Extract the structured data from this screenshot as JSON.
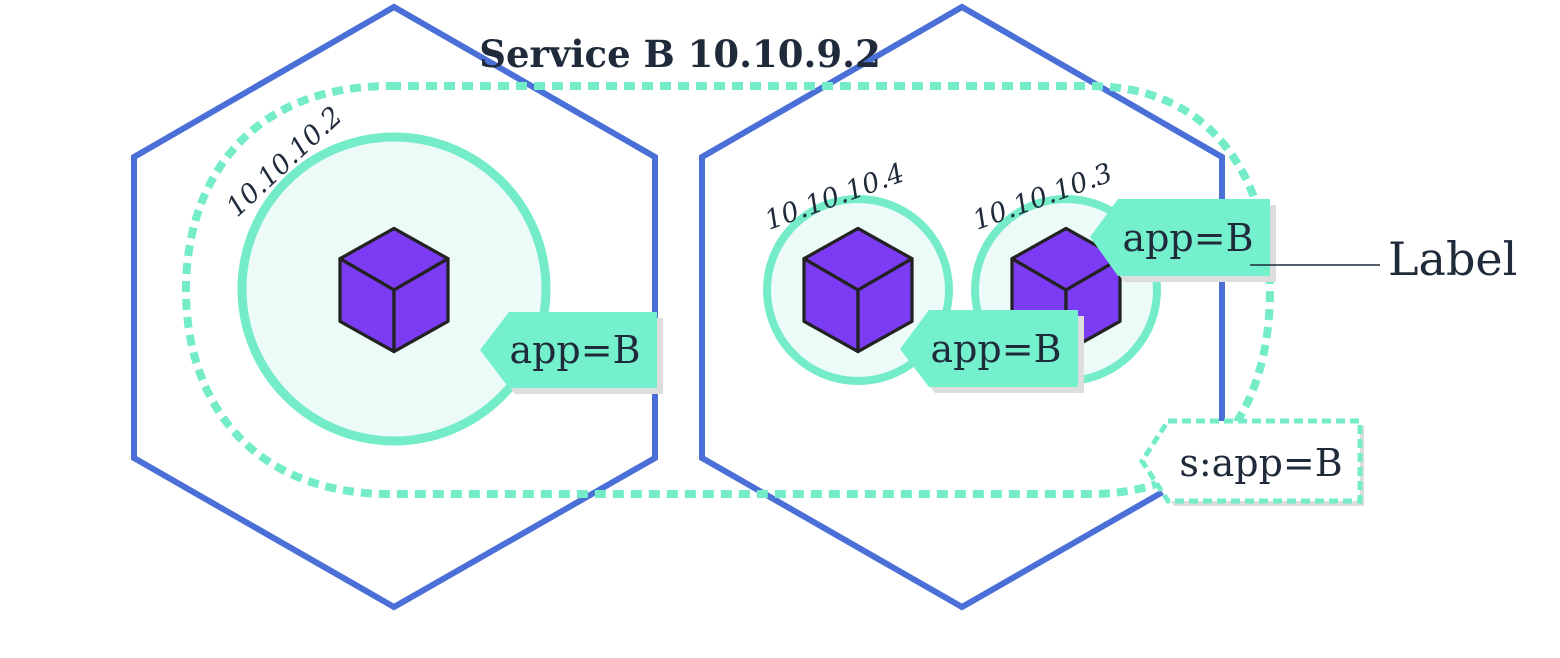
{
  "service": {
    "title": "Service B 10.10.9.2",
    "selector_label": "s:app=B"
  },
  "pods": [
    {
      "ip": "10.10.10.2",
      "label": "app=B"
    },
    {
      "ip": "10.10.10.4",
      "label": "app=B"
    },
    {
      "ip": "10.10.10.3",
      "label": "app=B"
    }
  ],
  "callout": {
    "text": "Label"
  },
  "colors": {
    "node_border": "#4a70d8",
    "pod_ring": "#74ecc8",
    "pod_fill": "#ecfbf8",
    "tag_fill": "#74f0cc",
    "tag_shadow": "#dddddd",
    "cube": "#7b3cf4",
    "text_dark": "#1f2a3a"
  },
  "icons": [
    "container-cube-icon"
  ]
}
